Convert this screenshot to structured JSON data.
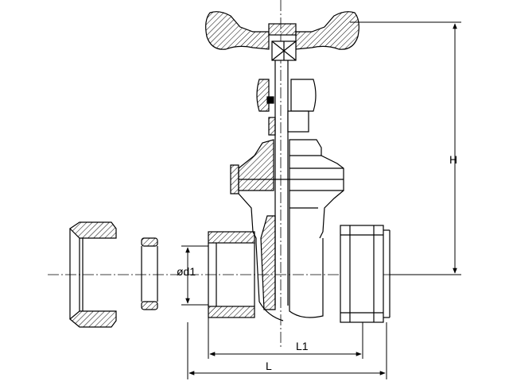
{
  "dimensions": {
    "height_label": "H",
    "length_label": "L",
    "length1_label": "L1",
    "diameter_label": "ød1"
  },
  "colors": {
    "line": "#000000",
    "hatch": "#000000",
    "background": "#ffffff"
  }
}
